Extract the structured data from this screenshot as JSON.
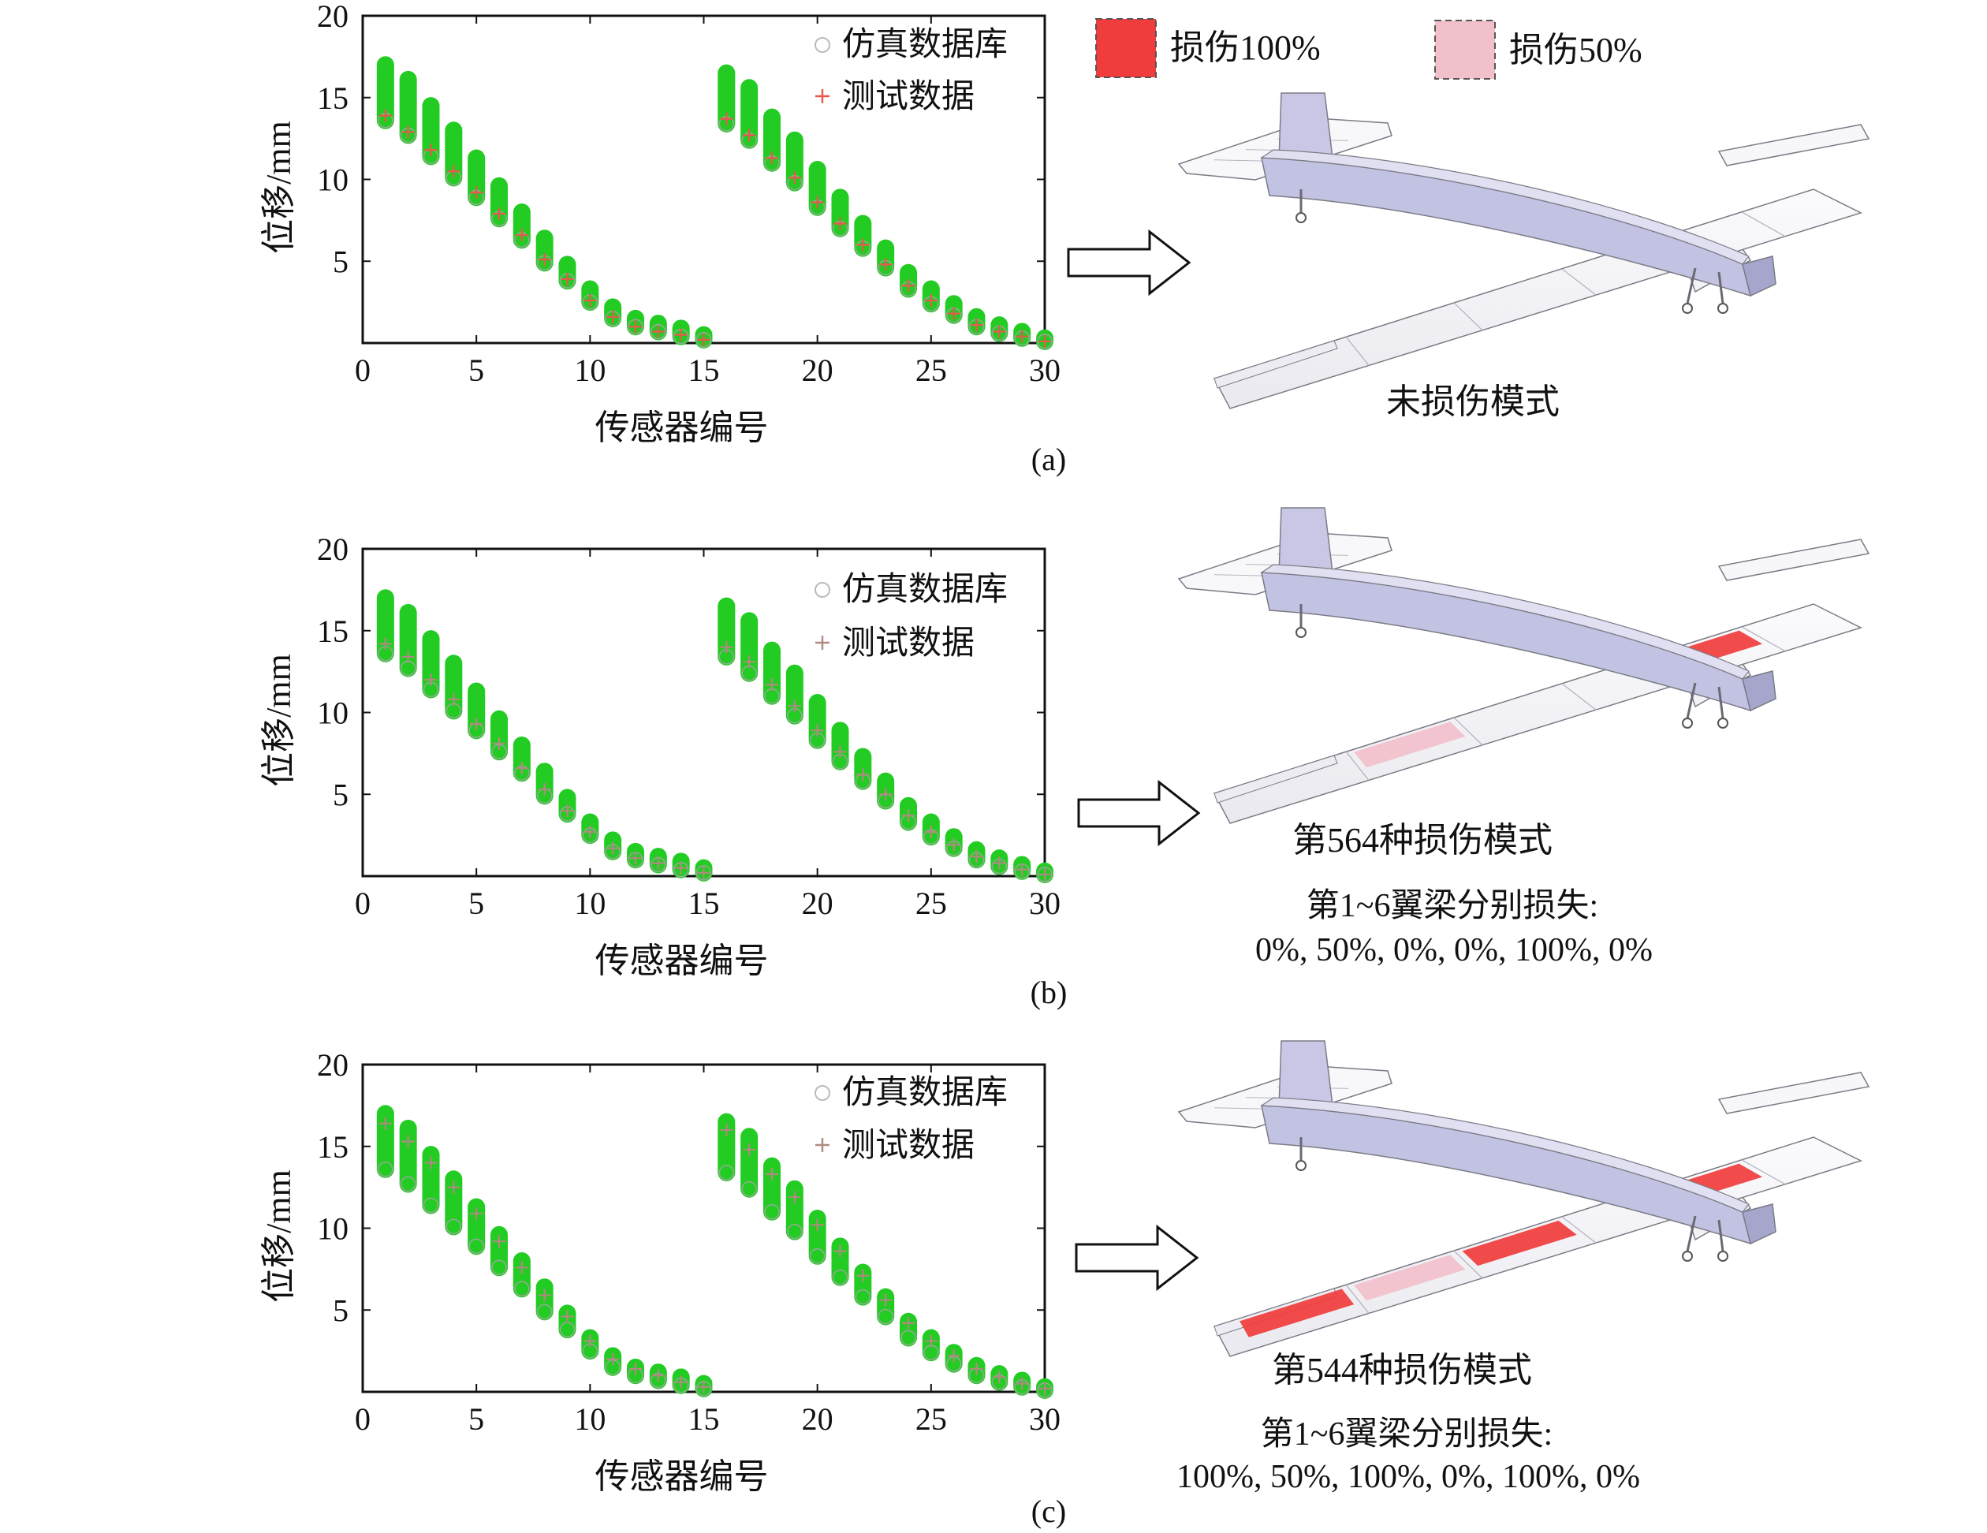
{
  "legend_top": {
    "full": {
      "label": "损伤100%",
      "color": "#f03c3c"
    },
    "half": {
      "label": "损伤50%",
      "color": "#f2c0cb"
    }
  },
  "panels": [
    {
      "caption": "(a)",
      "mode_title": "未损伤模式",
      "mode_desc": "",
      "mode_values": "",
      "damage": [
        0,
        0,
        0,
        0,
        0,
        0
      ],
      "test_marker_color": "#e8584e"
    },
    {
      "caption": "(b)",
      "mode_title": "第564种损伤模式",
      "mode_desc": "第1~6翼梁分别损失:",
      "mode_values": "0%, 50%, 0%, 0%, 100%, 0%",
      "damage": [
        0,
        50,
        0,
        0,
        100,
        0
      ],
      "test_marker_color": "#b08a80"
    },
    {
      "caption": "(c)",
      "mode_title": "第544种损伤模式",
      "mode_desc": "第1~6翼梁分别损失:",
      "mode_values": "100%, 50%, 100%, 0%, 100%, 0%",
      "damage": [
        100,
        50,
        100,
        0,
        100,
        0
      ],
      "test_marker_color": "#b08a80"
    }
  ],
  "chart_data": [
    {
      "type": "scatter",
      "xlabel": "传感器编号",
      "ylabel": "位移/mm",
      "xlim": [
        0,
        30
      ],
      "ylim": [
        0,
        20
      ],
      "xticks": [
        0,
        5,
        10,
        15,
        20,
        25,
        30
      ],
      "yticks": [
        5,
        10,
        15,
        20
      ],
      "series": [
        {
          "name": "仿真数据库",
          "marker": "circle",
          "color": "#22cc22",
          "x": [
            1,
            2,
            3,
            4,
            5,
            6,
            7,
            8,
            9,
            10,
            11,
            12,
            13,
            14,
            15,
            16,
            17,
            18,
            19,
            20,
            21,
            22,
            23,
            24,
            25,
            26,
            27,
            28,
            29,
            30
          ],
          "ymin": [
            13.6,
            12.7,
            11.4,
            10.1,
            8.9,
            7.6,
            6.3,
            4.9,
            3.8,
            2.5,
            1.5,
            1.0,
            0.7,
            0.4,
            0.2,
            13.4,
            12.4,
            11.0,
            9.8,
            8.3,
            7.0,
            5.8,
            4.6,
            3.3,
            2.4,
            1.7,
            1.0,
            0.6,
            0.3,
            0.1
          ],
          "ymax": [
            17.0,
            16.1,
            14.5,
            13.0,
            11.3,
            9.6,
            8.0,
            6.4,
            4.8,
            3.3,
            2.2,
            1.5,
            1.2,
            0.9,
            0.5,
            16.5,
            15.6,
            13.8,
            12.4,
            10.6,
            8.9,
            7.3,
            5.8,
            4.3,
            3.3,
            2.4,
            1.6,
            1.1,
            0.7,
            0.3
          ]
        },
        {
          "name": "测试数据",
          "marker": "plus",
          "x": [
            1,
            2,
            3,
            4,
            5,
            6,
            7,
            8,
            9,
            10,
            11,
            12,
            13,
            14,
            15,
            16,
            17,
            18,
            19,
            20,
            21,
            22,
            23,
            24,
            25,
            26,
            27,
            28,
            29,
            30
          ],
          "y": [
            13.9,
            12.9,
            11.8,
            10.5,
            9.2,
            7.9,
            6.6,
            5.1,
            3.9,
            2.6,
            1.6,
            1.0,
            0.7,
            0.5,
            0.2,
            13.7,
            12.7,
            11.3,
            10.1,
            8.6,
            7.3,
            6.0,
            4.8,
            3.5,
            2.6,
            1.8,
            1.1,
            0.7,
            0.4,
            0.1
          ]
        }
      ]
    },
    {
      "type": "scatter",
      "xlabel": "传感器编号",
      "ylabel": "位移/mm",
      "xlim": [
        0,
        30
      ],
      "ylim": [
        0,
        20
      ],
      "xticks": [
        0,
        5,
        10,
        15,
        20,
        25,
        30
      ],
      "yticks": [
        5,
        10,
        15,
        20
      ],
      "series": [
        {
          "name": "仿真数据库",
          "marker": "circle",
          "color": "#22cc22",
          "x": [
            1,
            2,
            3,
            4,
            5,
            6,
            7,
            8,
            9,
            10,
            11,
            12,
            13,
            14,
            15,
            16,
            17,
            18,
            19,
            20,
            21,
            22,
            23,
            24,
            25,
            26,
            27,
            28,
            29,
            30
          ],
          "ymin": [
            13.6,
            12.7,
            11.4,
            10.1,
            8.9,
            7.6,
            6.3,
            4.9,
            3.8,
            2.5,
            1.5,
            1.0,
            0.7,
            0.4,
            0.2,
            13.4,
            12.4,
            11.0,
            9.8,
            8.3,
            7.0,
            5.8,
            4.6,
            3.3,
            2.4,
            1.7,
            1.0,
            0.6,
            0.3,
            0.1
          ],
          "ymax": [
            17.0,
            16.1,
            14.5,
            13.0,
            11.3,
            9.6,
            8.0,
            6.4,
            4.8,
            3.3,
            2.2,
            1.5,
            1.2,
            0.9,
            0.5,
            16.5,
            15.6,
            13.8,
            12.4,
            10.6,
            8.9,
            7.3,
            5.8,
            4.3,
            3.3,
            2.4,
            1.6,
            1.1,
            0.7,
            0.3
          ]
        },
        {
          "name": "测试数据",
          "marker": "plus",
          "x": [
            1,
            2,
            3,
            4,
            5,
            6,
            7,
            8,
            9,
            10,
            11,
            12,
            13,
            14,
            15,
            16,
            17,
            18,
            19,
            20,
            21,
            22,
            23,
            24,
            25,
            26,
            27,
            28,
            29,
            30
          ],
          "y": [
            14.2,
            13.4,
            12.0,
            10.8,
            9.3,
            8.1,
            6.6,
            5.3,
            4.0,
            2.7,
            1.7,
            1.1,
            0.8,
            0.5,
            0.2,
            14.0,
            13.1,
            11.7,
            10.4,
            8.9,
            7.6,
            6.2,
            5.0,
            3.7,
            2.7,
            1.9,
            1.2,
            0.8,
            0.4,
            0.1
          ]
        }
      ]
    },
    {
      "type": "scatter",
      "xlabel": "传感器编号",
      "ylabel": "位移/mm",
      "xlim": [
        0,
        30
      ],
      "ylim": [
        0,
        20
      ],
      "xticks": [
        0,
        5,
        10,
        15,
        20,
        25,
        30
      ],
      "yticks": [
        5,
        10,
        15,
        20
      ],
      "series": [
        {
          "name": "仿真数据库",
          "marker": "circle",
          "color": "#22cc22",
          "x": [
            1,
            2,
            3,
            4,
            5,
            6,
            7,
            8,
            9,
            10,
            11,
            12,
            13,
            14,
            15,
            16,
            17,
            18,
            19,
            20,
            21,
            22,
            23,
            24,
            25,
            26,
            27,
            28,
            29,
            30
          ],
          "ymin": [
            13.6,
            12.7,
            11.4,
            10.1,
            8.9,
            7.6,
            6.3,
            4.9,
            3.8,
            2.5,
            1.5,
            1.0,
            0.7,
            0.4,
            0.2,
            13.4,
            12.4,
            11.0,
            9.8,
            8.3,
            7.0,
            5.8,
            4.6,
            3.3,
            2.4,
            1.7,
            1.0,
            0.6,
            0.3,
            0.1
          ],
          "ymax": [
            17.0,
            16.1,
            14.5,
            13.0,
            11.3,
            9.6,
            8.0,
            6.4,
            4.8,
            3.3,
            2.2,
            1.5,
            1.2,
            0.9,
            0.5,
            16.5,
            15.6,
            13.8,
            12.4,
            10.6,
            8.9,
            7.3,
            5.8,
            4.3,
            3.3,
            2.4,
            1.6,
            1.1,
            0.7,
            0.3
          ]
        },
        {
          "name": "测试数据",
          "marker": "plus",
          "x": [
            1,
            2,
            3,
            4,
            5,
            6,
            7,
            8,
            9,
            10,
            11,
            12,
            13,
            14,
            15,
            16,
            17,
            18,
            19,
            20,
            21,
            22,
            23,
            24,
            25,
            26,
            27,
            28,
            29,
            30
          ],
          "y": [
            16.4,
            15.3,
            14.0,
            12.5,
            10.9,
            9.2,
            7.6,
            5.9,
            4.6,
            3.1,
            2.0,
            1.4,
            1.0,
            0.6,
            0.3,
            16.0,
            14.8,
            13.3,
            11.9,
            10.2,
            8.6,
            7.1,
            5.6,
            4.2,
            3.1,
            2.2,
            1.4,
            0.9,
            0.5,
            0.2
          ]
        }
      ]
    }
  ]
}
